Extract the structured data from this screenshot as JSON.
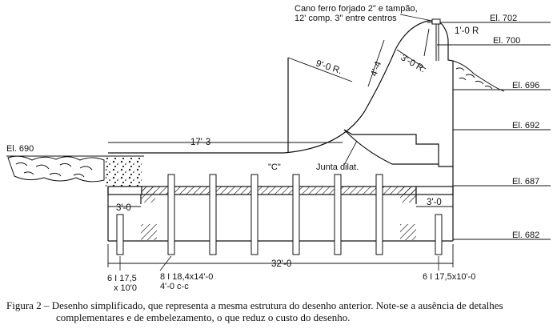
{
  "elevations": {
    "el702": "El. 702",
    "el700": "El. 700",
    "el696": "El. 696",
    "el692": "El. 692",
    "el690": "El. 690",
    "el687": "El. 687",
    "el682": "El. 682"
  },
  "pipe_note": {
    "line1": "Cano ferro forjado 2\" e tampão,",
    "line2": "12' comp. 3\" entre centros"
  },
  "dimensions": {
    "crest_radius": "1'-0 R",
    "big_radius": "9'-0 R.",
    "mid_radius": "3'-0 R.",
    "vertical": "4'-4",
    "horizontal_top": "17'-3",
    "base_length": "32'-0",
    "toe_left": "3'-0",
    "toe_right": "3'-0"
  },
  "labels": {
    "curve_c": "\"C\"",
    "joint": "Junta dilat."
  },
  "piles": {
    "left_line1": "6 I 17,5",
    "left_line2": "x 10'0",
    "center_line1": "8 I 18,4x14'-0",
    "center_line2": "4'-0  c-c",
    "right": "6 I 17,5x10'-0"
  },
  "caption": {
    "line1": "Figura 2 – Desenho simplificado, que representa a mesma estrutura do desenho anterior. Note-se a ausência de detalhes",
    "line2": "complementares e de embelezamento, o que reduz o custo do desenho."
  }
}
